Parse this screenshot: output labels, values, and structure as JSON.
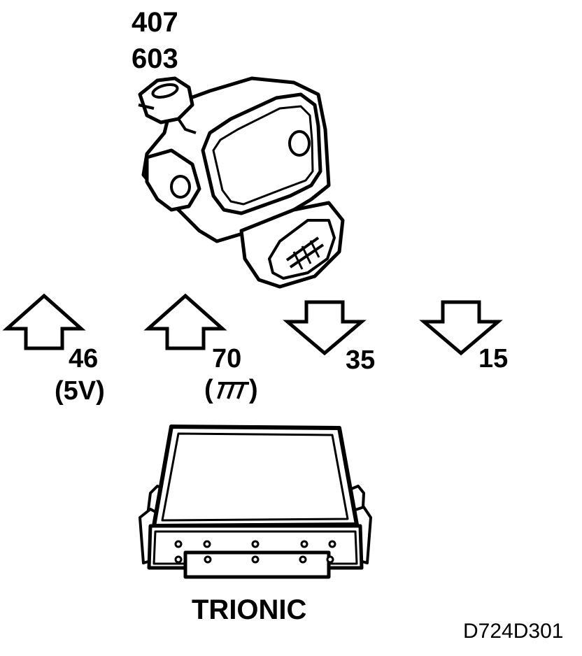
{
  "sensor": {
    "code_line1": "407",
    "code_line2": "603"
  },
  "arrows": [
    {
      "direction": "up",
      "pin": "46",
      "sub": "(5V)"
    },
    {
      "direction": "up",
      "pin": "70",
      "sub": "ground-symbol"
    },
    {
      "direction": "down",
      "pin": "35",
      "sub": ""
    },
    {
      "direction": "down",
      "pin": "15",
      "sub": ""
    }
  ],
  "ecu": {
    "label": "TRIONIC"
  },
  "figure_id": "D724D301",
  "colors": {
    "ink": "#000000",
    "paper": "#ffffff"
  }
}
